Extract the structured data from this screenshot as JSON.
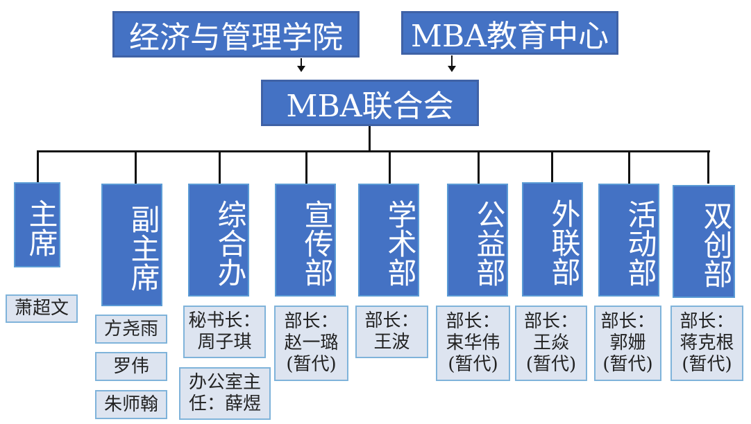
{
  "top_boxes": {
    "school": "经济与管理学院",
    "center": "MBA教育中心",
    "union": "MBA联合会"
  },
  "departments": [
    {
      "title": "主席",
      "people": [
        "萧超文"
      ]
    },
    {
      "title": "副主席",
      "people": [
        "方尧雨",
        "罗伟",
        "朱师翰"
      ]
    },
    {
      "title": "综合办",
      "people": [
        "秘书长：\n周子琪",
        "办公室主\n任：薛煜"
      ]
    },
    {
      "title": "宣传部",
      "people": [
        "部长：\n赵一璐\n(暂代)"
      ]
    },
    {
      "title": "学术部",
      "people": [
        "部长：\n王波"
      ]
    },
    {
      "title": "公益部",
      "people": [
        "部长：\n束华伟\n(暂代)"
      ]
    },
    {
      "title": "外联部",
      "people": [
        "部长：\n王焱\n(暂代)"
      ]
    },
    {
      "title": "活动部",
      "people": [
        "部长：\n郭姗\n(暂代)"
      ]
    },
    {
      "title": "双创部",
      "people": [
        "部长：\n蒋克根\n(暂代)"
      ]
    }
  ]
}
